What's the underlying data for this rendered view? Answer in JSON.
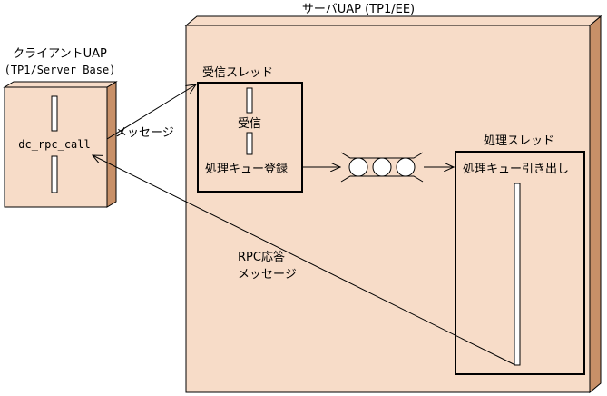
{
  "client": {
    "title": "クライアントUAP",
    "subtitle": "(TP1/Server Base)",
    "call_label": "dc_rpc_call"
  },
  "server": {
    "title": "サーバUAP (TP1/EE)"
  },
  "receive_thread": {
    "title": "受信スレッド",
    "receive_label": "受信",
    "enqueue_label": "処理キュー登録"
  },
  "process_thread": {
    "title": "処理スレッド",
    "dequeue_label": "処理キュー引き出し"
  },
  "arrows": {
    "message_label": "メッセージ",
    "reply_line1": "RPC応答",
    "reply_line2": "メッセージ"
  },
  "colors": {
    "box_fill": "#f7dcc8",
    "box_side": "#c89068",
    "stroke": "#000000"
  }
}
